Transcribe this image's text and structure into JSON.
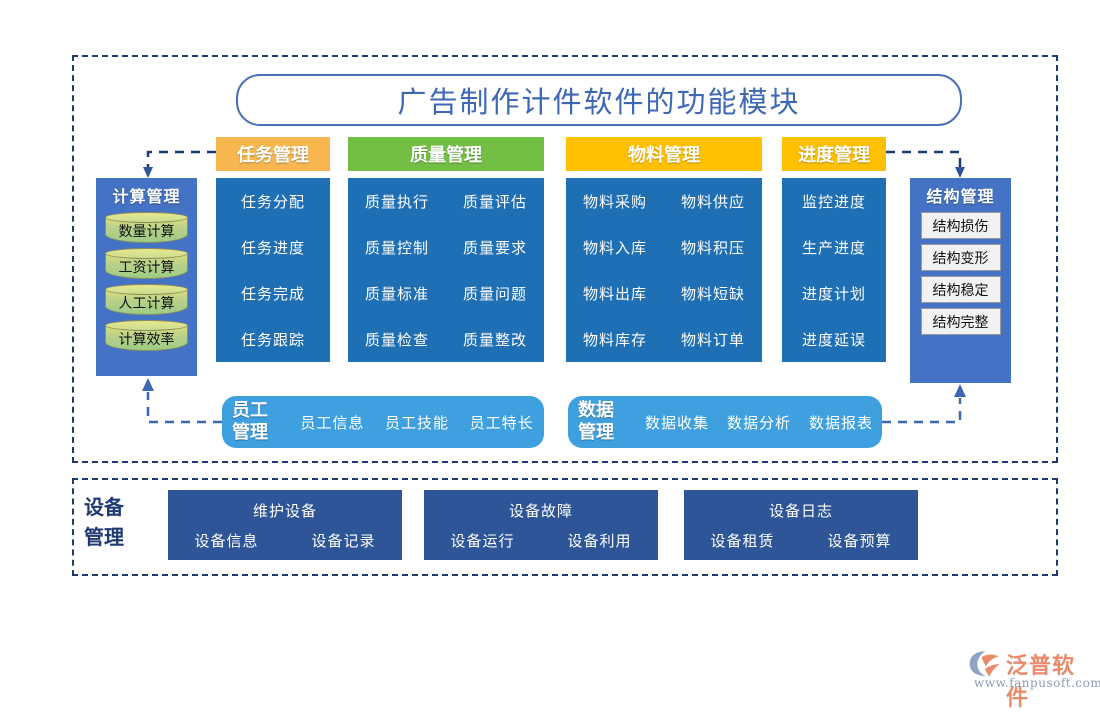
{
  "title": "广告制作计件软件的功能模块",
  "columns": [
    {
      "header": "任务管理",
      "header_color": "#F7B64F",
      "items": [
        "任务分配",
        "任务进度",
        "任务完成",
        "任务跟踪"
      ]
    },
    {
      "header": "质量管理",
      "header_color": "#72BF44",
      "items": [
        "质量执行",
        "质量评估",
        "质量控制",
        "质量要求",
        "质量标准",
        "质量问题",
        "质量检查",
        "质量整改"
      ]
    },
    {
      "header": "物料管理",
      "header_color": "#FFC000",
      "items": [
        "物料采购",
        "物料供应",
        "物料入库",
        "物料积压",
        "物料出库",
        "物料短缺",
        "物料库存",
        "物料订单"
      ]
    },
    {
      "header": "进度管理",
      "header_color": "#FFC000",
      "items": [
        "监控进度",
        "生产进度",
        "进度计划",
        "进度延误"
      ]
    }
  ],
  "calculation": {
    "title": "计算管理",
    "items": [
      "数量计算",
      "工资计算",
      "人工计算",
      "计算效率"
    ]
  },
  "structure": {
    "title": "结构管理",
    "items": [
      "结构损伤",
      "结构变形",
      "结构稳定",
      "结构完整"
    ]
  },
  "employee": {
    "title_line1": "员工",
    "title_line2": "管理",
    "items": [
      "员工信息",
      "员工技能",
      "员工特长"
    ]
  },
  "data_mgmt": {
    "title_line1": "数据",
    "title_line2": "管理",
    "items": [
      "数据收集",
      "数据分析",
      "数据报表"
    ]
  },
  "equipment": {
    "label_line1": "设备",
    "label_line2": "管理",
    "groups": [
      {
        "title": "维护设备",
        "items": [
          "设备信息",
          "设备记录"
        ]
      },
      {
        "title": "设备故障",
        "items": [
          "设备运行",
          "设备利用"
        ]
      },
      {
        "title": "设备日志",
        "items": [
          "设备租赁",
          "设备预算"
        ]
      }
    ]
  },
  "logo": {
    "name": "泛普软件",
    "url": "www.fanpusoft.com"
  },
  "colors": {
    "panel_blue": "#1F6FB5",
    "accent_blue": "#4472C4",
    "pill_blue": "#3FA0E0",
    "equip_blue": "#2E5597",
    "frame_navy": "#1F3A73",
    "title_blue": "#3E68B5"
  }
}
